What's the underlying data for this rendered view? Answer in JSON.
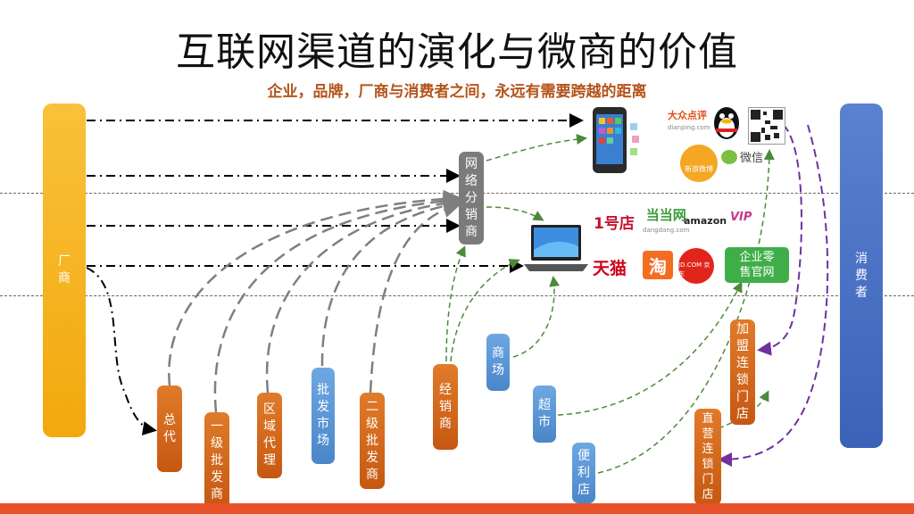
{
  "title": "互联网渠道的演化与微商的价值",
  "subtitle": "企业，品牌，厂商与消费者之间，永远有需要跨越的距离",
  "nodes": {
    "manufacturer": [
      "厂",
      "商"
    ],
    "consumer": [
      "消",
      "费",
      "者"
    ],
    "online_distributor": [
      "网",
      "络",
      "分",
      "销",
      "商"
    ],
    "general_agent": [
      "总",
      "代"
    ],
    "first_wholesaler": [
      "一",
      "级",
      "批",
      "发",
      "商"
    ],
    "regional_agent": [
      "区",
      "域",
      "代",
      "理"
    ],
    "wholesale_market": [
      "批",
      "发",
      "市",
      "场"
    ],
    "second_wholesaler": [
      "二",
      "级",
      "批",
      "发",
      "商"
    ],
    "dealer": [
      "经",
      "销",
      "商"
    ],
    "mall": [
      "商",
      "场"
    ],
    "supermarket": [
      "超",
      "市"
    ],
    "convenience_store": [
      "便",
      "利",
      "店"
    ],
    "franchise_store": [
      "加",
      "盟",
      "连",
      "锁",
      "门",
      "店"
    ],
    "direct_store": [
      "直",
      "营",
      "连",
      "锁",
      "门",
      "店"
    ],
    "official_store": [
      "企业零",
      "售官网"
    ]
  },
  "logos": {
    "dianping": "大众点评",
    "dianping_url": "dianping.com",
    "weibo": "新浪微博",
    "weixin": "微信",
    "yhd": "1号店",
    "dangdang": "当当网",
    "dangdang_url": "dangdang.com",
    "amazon": "amazon",
    "vip": "VIP",
    "tmall": "天猫",
    "taobao": "淘",
    "jd": "JD.COM 京东"
  },
  "colors": {
    "orange": "#d4651a",
    "blue": "#5b97d6",
    "yellow": "#f9b414",
    "consumer_blue": "#4472c4",
    "green": "#3fae49",
    "gray": "#7b7b7b",
    "arrow_gray": "#7f7f7f",
    "arrow_green": "#4c8a3a",
    "arrow_purple": "#7030a0",
    "bottom_bar": "#e8522a"
  }
}
